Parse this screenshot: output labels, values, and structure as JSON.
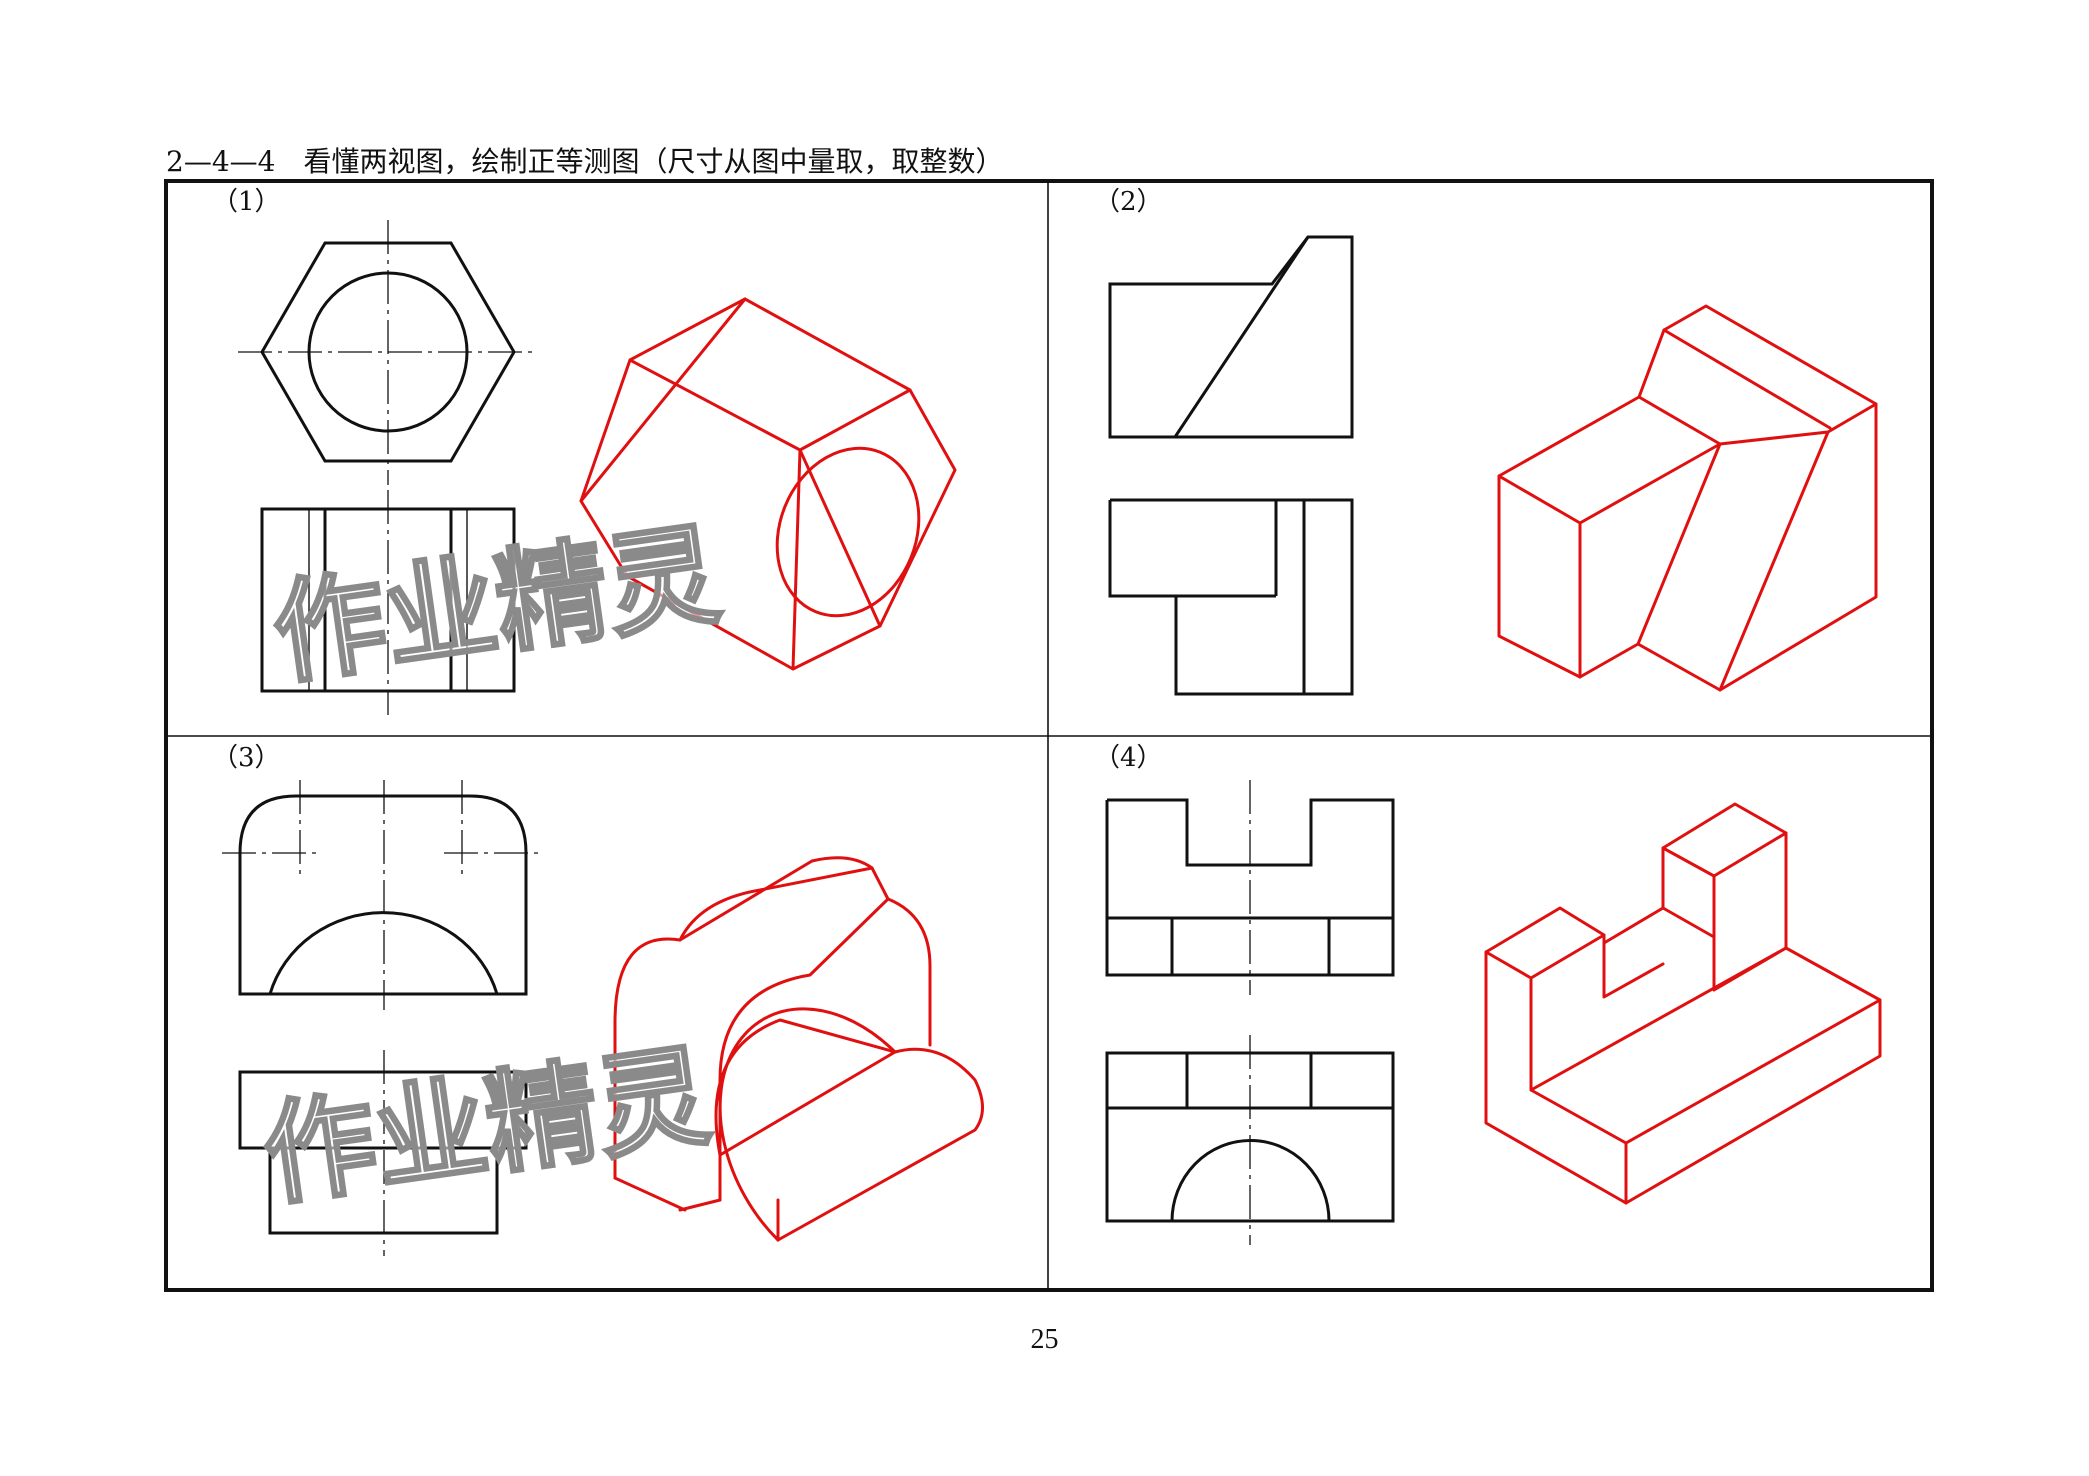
{
  "heading": "2—4—4　看懂两视图，绘制正等测图（尺寸从图中量取，取整数）",
  "panels": [
    {
      "label": "（1）"
    },
    {
      "label": "（2）"
    },
    {
      "label": "（3）"
    },
    {
      "label": "（4）"
    }
  ],
  "watermark": "作业精灵",
  "page_number": "25",
  "colors": {
    "drawing": "#111111",
    "answer": "#e01010",
    "watermark": "#8a8a8a"
  }
}
